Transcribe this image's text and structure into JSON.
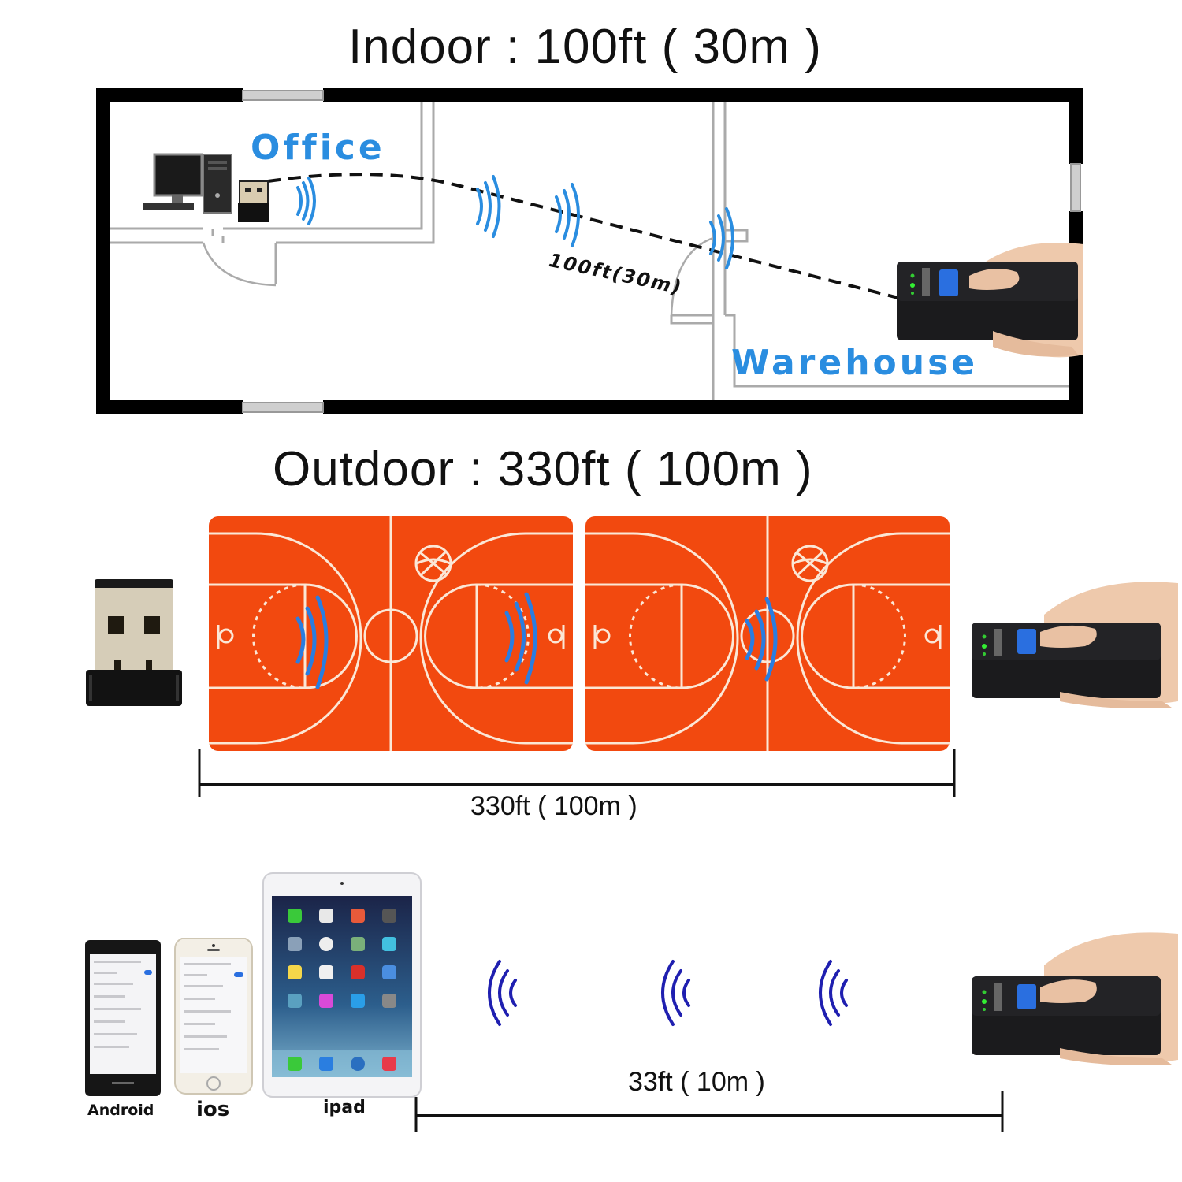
{
  "indoor": {
    "title": "Indoor : 100ft ( 30m )",
    "office_label": "Office",
    "warehouse_label": "Warehouse",
    "path_distance": "100ft(30m)",
    "wave_color": "#2a8de0"
  },
  "outdoor": {
    "title": "Outdoor : 330ft ( 100m )",
    "distance_label": "330ft ( 100m )",
    "court_color": "#f2490f",
    "line_color": "#fbe7d6",
    "wave_color": "#2a7de0"
  },
  "bluetooth": {
    "distance_label": "33ft ( 10m )",
    "wave_color": "#1f1fb0",
    "devices": [
      {
        "label": "Android"
      },
      {
        "label": "ios"
      },
      {
        "label": "ipad"
      }
    ]
  }
}
